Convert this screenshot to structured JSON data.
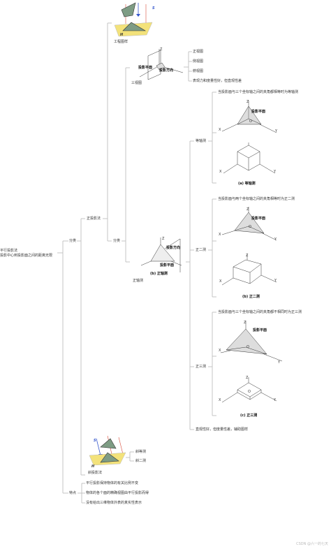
{
  "root": {
    "line1": "平行投影法",
    "line2": "投影中心到投影面之间的距离无限"
  },
  "classify": "分类",
  "features": {
    "label": "特点",
    "items": [
      "平行投影保持物体的有关比例不变",
      "物体的各个面的精确视图由平行投影而得",
      "没有给出三维物体外表的真实性表示"
    ]
  },
  "orthographic": {
    "label": "正投影法",
    "engineering": "工程图样",
    "classify": "分类",
    "three_view": {
      "label": "三视图",
      "fig": {
        "proj_plane": "投影平面",
        "proj_dir": "投影方向"
      },
      "items": [
        "正视图",
        "侧视图",
        "俯视图",
        "表现力和度量性好，但直观性差"
      ]
    },
    "axonometric": {
      "label": "正轴测",
      "fig": {
        "proj_plane": "投影平面",
        "proj_dir": "投影方向",
        "caption": "(b) 正轴测"
      },
      "isometric": {
        "label": "等轴测",
        "desc": "当投影面与三个坐标轴之间的夹角都相等时为等轴测",
        "plane": "投影平面",
        "caption": "(a) 等轴测"
      },
      "dimetric": {
        "label": "正二测",
        "desc": "当投影面与两个坐标轴之间的夹角相等时为正二测",
        "plane": "投影平面",
        "caption": "(b) 正二测"
      },
      "trimetric": {
        "label": "正三测",
        "desc": "当投影面与三个坐标轴之间的夹角都不相同时为正三测",
        "plane": "投影平面",
        "caption": "(c) 正三测"
      },
      "summary": "直观性好，但度量性差，辅助图样"
    }
  },
  "oblique": {
    "label": "斜投影法",
    "items": [
      "斜等测",
      "斜二测"
    ]
  },
  "axes": {
    "x": "X",
    "y": "Y",
    "z": "Z",
    "o": "O",
    "s": "S",
    "h": "H"
  },
  "watermark": "CSDN @六一的七天",
  "colors": {
    "line": "#b8b8b8",
    "plane": "#f3e27a",
    "tri": "#7e9c84",
    "ray": "#d84c3a",
    "blue": "#3355cc"
  }
}
